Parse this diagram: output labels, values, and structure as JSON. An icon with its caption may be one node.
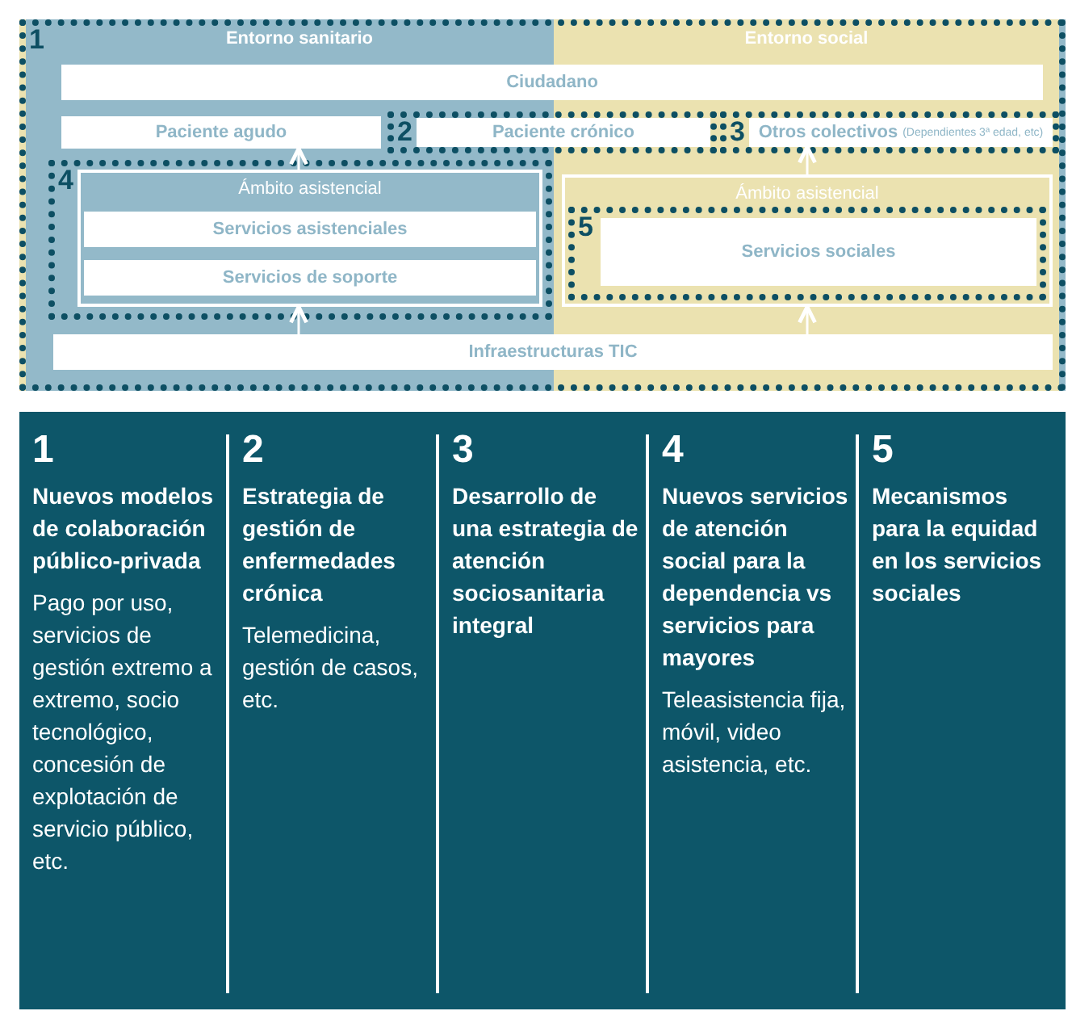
{
  "diagram": {
    "nodes": [
      {
        "text": [
          "1"
        ]
      },
      {
        "text": [
          "Entorno sanitario"
        ],
        "in": 0
      },
      {
        "text": [
          "Entorno social"
        ],
        "in": 0
      },
      {
        "text": [
          "Ciudadano"
        ],
        "in": 0
      },
      {
        "text": [
          "Paciente agudo"
        ],
        "in": 1
      },
      {
        "text": [
          "2"
        ],
        "in": 0
      },
      {
        "text": [
          "Paciente crónico"
        ],
        "in": 5
      },
      {
        "text": [
          "3"
        ],
        "in": 2
      },
      {
        "text": [
          "Otros colectivos",
          "(Dependientes 3ª edad, etc)"
        ],
        "in": 7
      },
      {
        "text": [
          "4"
        ],
        "in": 1
      },
      {
        "text": [
          "Ámbito asistencial"
        ],
        "in": 9
      },
      {
        "text": [
          "Servicios asistenciales"
        ],
        "in": 10
      },
      {
        "text": [
          "Servicios de soporte"
        ],
        "in": 10
      },
      {
        "text": [
          "Ámbito asistencial"
        ],
        "in": 2
      },
      {
        "text": [
          "5"
        ],
        "in": 13
      },
      {
        "text": [
          "Servicios sociales"
        ],
        "in": 14
      },
      {
        "text": [
          "Infraestructuras TIC"
        ],
        "in": 0
      }
    ],
    "edges": [
      {
        "from": 10,
        "to": 4,
        "arrow": "to"
      },
      {
        "from": 13,
        "to": 8,
        "arrow": "to"
      },
      {
        "from": 16,
        "to": 10,
        "arrow": "to"
      },
      {
        "from": 16,
        "to": 13,
        "arrow": "to"
      }
    ],
    "labels": [
      "1",
      "2",
      "3",
      "4",
      "5",
      "Nuevos modelos de colaboración público-privada",
      "Estrategia de gestión de enfermedades crónica",
      "Desarrollo de una estrategia de atención sociosanitaria integral",
      "Nuevos servicios de atención social para la dependencia vs servicios para mayores",
      "Mecanismos para la equidad en los servicios sociales",
      "Pago por uso, servicios de gestión extremo a extremo, socio tecnológico, concesión de explotación de servicio público, etc.",
      "Telemedicina, gestión de casos, etc.",
      "Teleasistencia fija, móvil, video asistencia, etc."
    ]
  }
}
